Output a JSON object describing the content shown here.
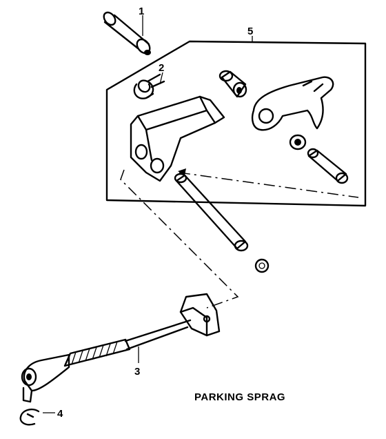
{
  "caption": "PARKING SPRAG",
  "callouts": [
    {
      "number": "1",
      "part": "pin"
    },
    {
      "number": "2",
      "part": "spring"
    },
    {
      "number": "3",
      "part": "cable-rod"
    },
    {
      "number": "4",
      "part": "clip"
    },
    {
      "number": "5",
      "part": "sprag-assembly"
    }
  ]
}
